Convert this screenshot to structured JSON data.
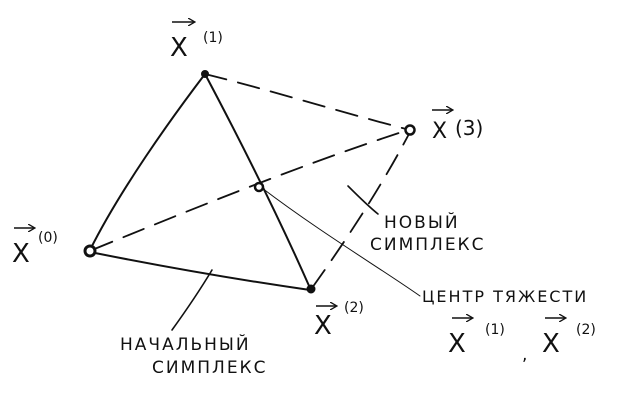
{
  "points": {
    "x0": {
      "name": "X",
      "index": "(0)"
    },
    "x1": {
      "name": "X",
      "index": "(1)"
    },
    "x2": {
      "name": "X",
      "index": "(2)"
    },
    "x3": {
      "name": "X",
      "index": "(3)"
    }
  },
  "labels": {
    "new_simplex_line1": "НОВЫЙ",
    "new_simplex_line2": "СИМПЛЕКС",
    "initial_simplex_line1": "НАЧАЛЬНЫЙ",
    "initial_simplex_line2": "СИМПЛЕКС",
    "centroid_title": "ЦЕНТР ТЯЖЕСТИ",
    "centroid_vec1_name": "X",
    "centroid_vec1_index": "(1)",
    "centroid_separator": ",",
    "centroid_vec2_name": "X",
    "centroid_vec2_index": "(2)"
  },
  "colors": {
    "ink": "#111111",
    "paper": "#ffffff"
  }
}
